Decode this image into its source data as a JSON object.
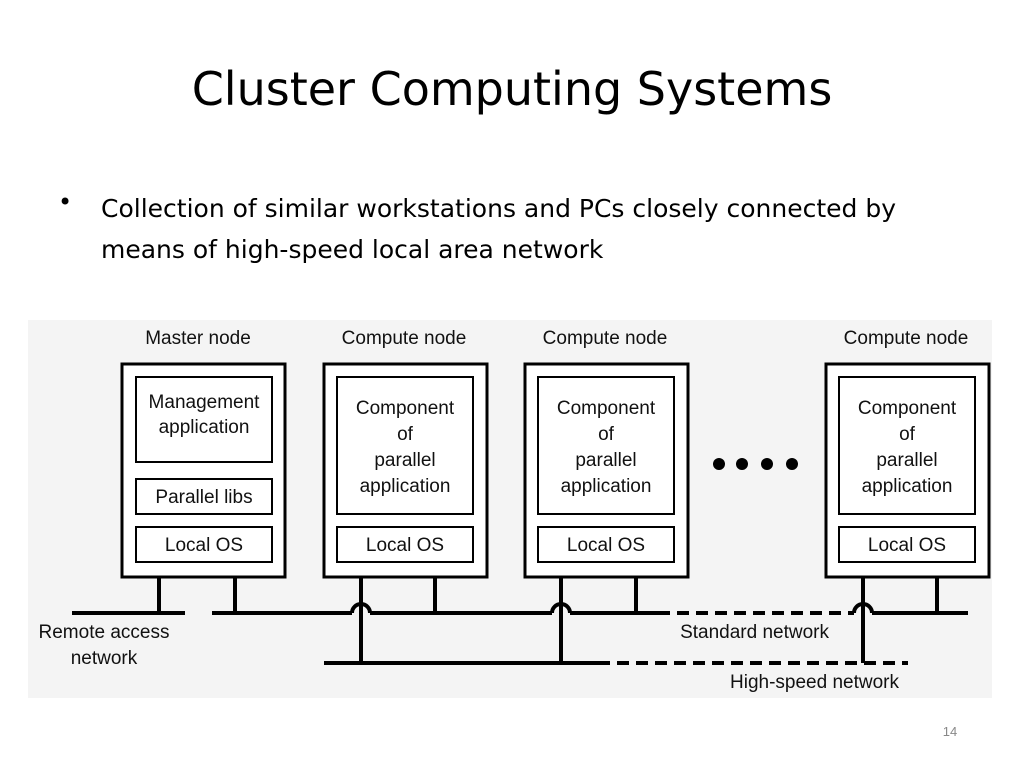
{
  "slide": {
    "title": "Cluster Computing Systems",
    "bullet": "Collection of similar workstations and PCs closely connected by means of high-speed local area network",
    "page_number": "14"
  },
  "diagram": {
    "nodes": [
      {
        "label": "Master node",
        "app": [
          "Management",
          "application"
        ],
        "libs": "Parallel libs",
        "os": "Local OS"
      },
      {
        "label": "Compute node",
        "app": [
          "Component",
          "of",
          "parallel",
          "application"
        ],
        "os": "Local OS"
      },
      {
        "label": "Compute node",
        "app": [
          "Component",
          "of",
          "parallel",
          "application"
        ],
        "os": "Local OS"
      },
      {
        "label": "Compute node",
        "app": [
          "Component",
          "of",
          "parallel",
          "application"
        ],
        "os": "Local OS"
      }
    ],
    "remote_access_network": [
      "Remote access",
      "network"
    ],
    "standard_network": "Standard network",
    "high_speed_network": "High-speed network"
  }
}
